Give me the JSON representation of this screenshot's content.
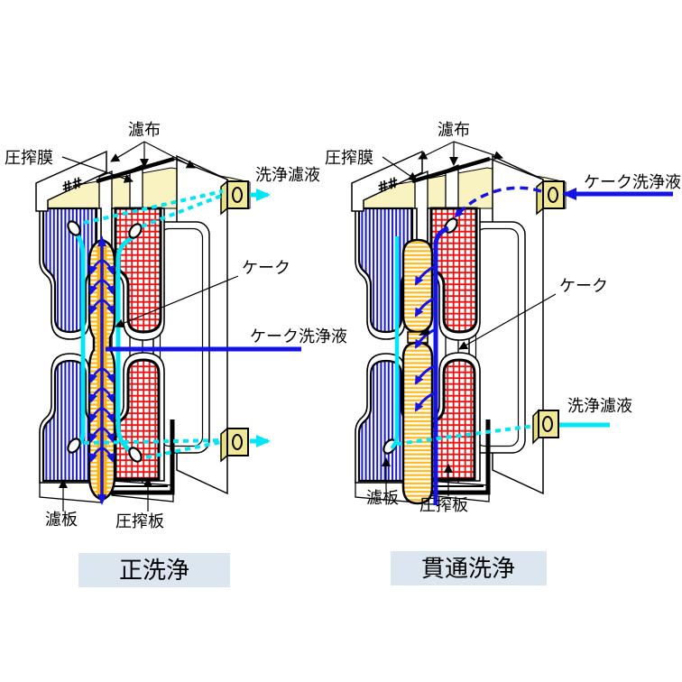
{
  "diagram": {
    "hatch_mark": "##",
    "left": {
      "caption": "正洗浄",
      "labels": {
        "filter_cloth": "濾布",
        "squeeze_membrane": "圧搾膜",
        "wash_filtrate": "洗浄濾液",
        "cake": "ケーク",
        "cake_wash_liquid": "ケーク洗浄液",
        "filter_plate": "濾板",
        "squeeze_plate": "圧搾板"
      }
    },
    "right": {
      "caption": "貫通洗浄",
      "labels": {
        "filter_cloth": "濾布",
        "squeeze_membrane": "圧搾膜",
        "cake_wash_liquid": "ケーク洗浄液",
        "cake": "ケーク",
        "wash_filtrate": "洗浄濾液",
        "filter_plate": "濾板",
        "squeeze_plate": "圧搾板"
      }
    },
    "colors": {
      "filtrate_cyan": "#00E6F6",
      "wash_blue": "#1414E6",
      "filter_plate_blue": "#1818CC",
      "squeeze_plate_red": "#EE1111",
      "cake_orange": "#FFB400",
      "frame_cream": "#F8F3C0",
      "nozzle_yellow": "#F0E896",
      "caption_bg": "#DCE6F1"
    }
  }
}
